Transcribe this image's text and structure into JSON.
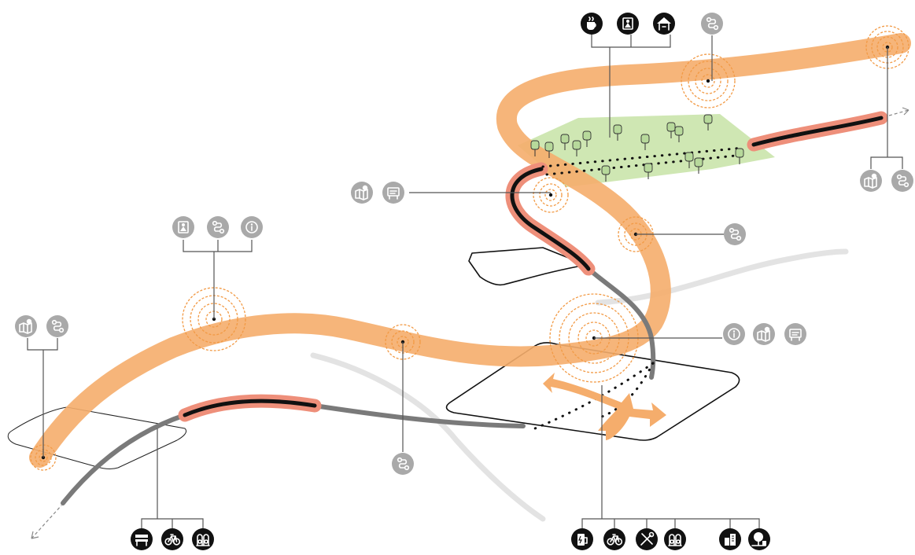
{
  "colors": {
    "background": "#ffffff",
    "corridor": "#f5ad6c",
    "path_highlight": "#ee8f7a",
    "path_dark": "#111111",
    "path_grey": "#7a7a7a",
    "background_street": "#e3e3e3",
    "park": "#c7e3a6",
    "icon_grey": "#a9a9a9",
    "icon_dark": "#111111"
  },
  "icon_groups": [
    {
      "name": "top-amenities",
      "tone": "dark",
      "icons": [
        "cafe-icon",
        "playground-icon",
        "pavilion-icon"
      ]
    },
    {
      "name": "top-transfer",
      "tone": "grey",
      "icons": [
        "route-icon"
      ]
    },
    {
      "name": "right-map-route",
      "tone": "grey",
      "icons": [
        "map-pin-icon",
        "route-icon"
      ]
    },
    {
      "name": "mid-map-info",
      "tone": "grey",
      "icons": [
        "map-pin-icon",
        "info-board-icon"
      ]
    },
    {
      "name": "mid-route",
      "tone": "grey",
      "icons": [
        "route-icon"
      ]
    },
    {
      "name": "hub-services",
      "tone": "grey",
      "icons": [
        "info-icon",
        "map-pin-icon",
        "info-board-icon"
      ]
    },
    {
      "name": "left-amenities",
      "tone": "grey",
      "icons": [
        "playground-icon",
        "route-icon",
        "info-icon"
      ]
    },
    {
      "name": "far-left",
      "tone": "grey",
      "icons": [
        "map-pin-icon",
        "route-icon"
      ]
    },
    {
      "name": "lower-route",
      "tone": "grey",
      "icons": [
        "route-icon"
      ]
    },
    {
      "name": "bottom-left-facilities",
      "tone": "dark",
      "icons": [
        "bench-icon",
        "bicycle-icon",
        "bike-rack-icon"
      ]
    },
    {
      "name": "bottom-right-facilities",
      "tone": "dark",
      "icons": [
        "charging-icon",
        "bicycle-icon",
        "repair-tools-icon",
        "bike-rack-icon",
        "buildings-icon",
        "shelter-tree-icon"
      ]
    }
  ]
}
